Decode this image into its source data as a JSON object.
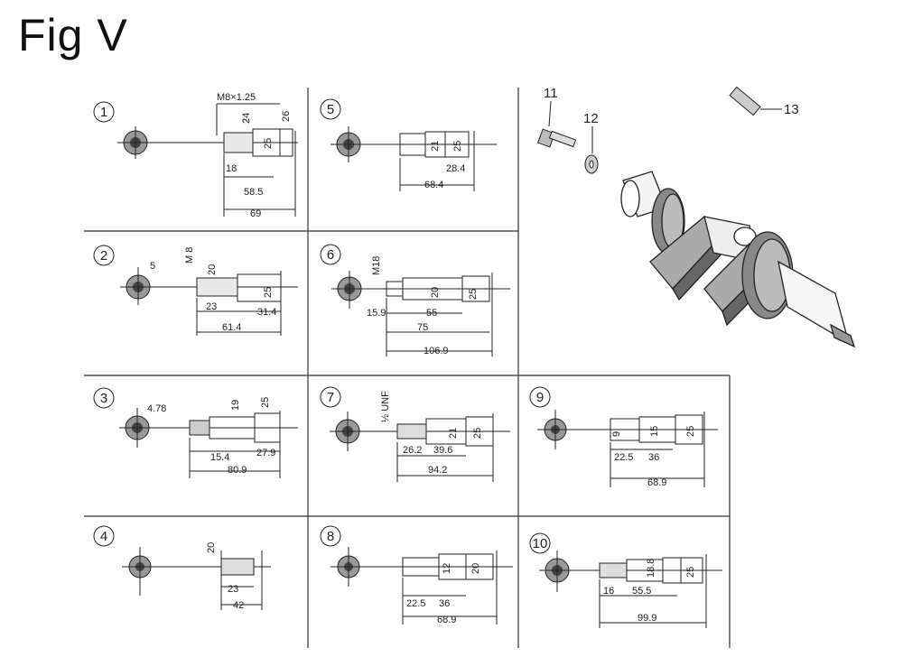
{
  "title": "Fig V",
  "callouts": {
    "c1": "1",
    "c2": "2",
    "c3": "3",
    "c4": "4",
    "c5": "5",
    "c6": "6",
    "c7": "7",
    "c8": "8",
    "c9": "9",
    "c10": "10",
    "p11": "11",
    "p12": "12",
    "p13": "13"
  },
  "dims": {
    "d1_thread": "M8×1.25",
    "d1_24": "24",
    "d1_26": "26",
    "d1_25": "25",
    "d1_18": "18",
    "d1_585": "58.5",
    "d1_69": "69",
    "d2_5": "5",
    "d2_m8": "M 8",
    "d2_20": "20",
    "d2_25": "25",
    "d2_23": "23",
    "d2_314": "31.4",
    "d2_614": "61.4",
    "d3_478": "4.78",
    "d3_19": "19",
    "d3_25": "25",
    "d3_154": "15.4",
    "d3_279": "27.9",
    "d3_809": "80.9",
    "d4_20": "20",
    "d4_23": "23",
    "d4_42": "42",
    "d5_21": "21",
    "d5_25": "25",
    "d5_284": "28.4",
    "d5_684": "68.4",
    "d6_m18": "M18",
    "d6_20": "20",
    "d6_25": "25",
    "d6_159": "15.9",
    "d6_55": "55",
    "d6_75": "75",
    "d6_1069": "106.9",
    "d7_unf": "½ UNF",
    "d7_21": "21",
    "d7_25": "25",
    "d7_262": "26.2",
    "d7_396": "39.6",
    "d7_942": "94.2",
    "d8_12": "12",
    "d8_20": "20",
    "d8_225": "22.5",
    "d8_36": "36",
    "d8_689": "68.9",
    "d9_9": "9",
    "d9_15": "15",
    "d9_25": "25",
    "d9_225": "22.5",
    "d9_36": "36",
    "d9_689": "68.9",
    "d10_188": "18.8",
    "d10_25": "25",
    "d10_16": "16",
    "d10_555": "55.5",
    "d10_999": "99.9"
  }
}
